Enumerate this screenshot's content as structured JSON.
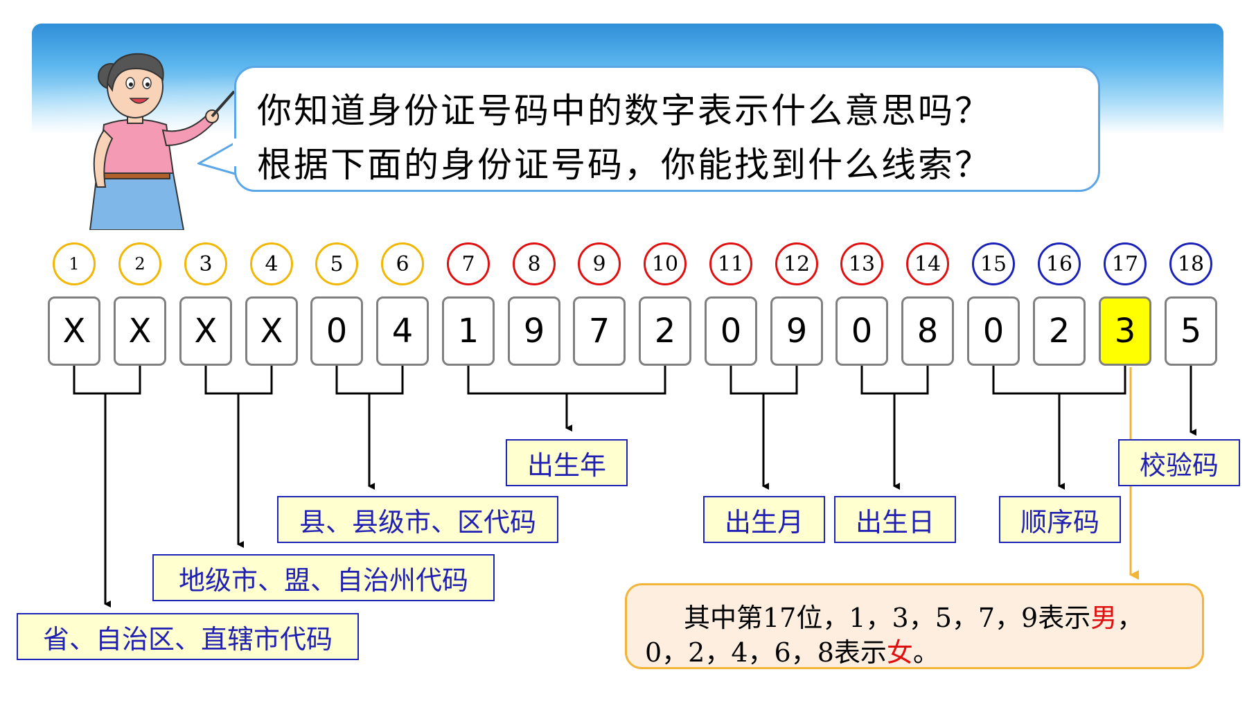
{
  "bubble": {
    "line1": "你知道身份证号码中的数字表示什么意思吗？",
    "line2": "根据下面的身份证号码，你能找到什么线索？"
  },
  "positions": [
    "1",
    "2",
    "3",
    "4",
    "5",
    "6",
    "7",
    "8",
    "9",
    "10",
    "11",
    "12",
    "13",
    "14",
    "15",
    "16",
    "17",
    "18"
  ],
  "digits": [
    "X",
    "X",
    "X",
    "X",
    "0",
    "4",
    "1",
    "9",
    "7",
    "2",
    "0",
    "9",
    "0",
    "8",
    "0",
    "2",
    "3",
    "5"
  ],
  "labels": {
    "province": "省、自治区、直辖市代码",
    "city": "地级市、盟、自治州代码",
    "county": "县、县级市、区代码",
    "birth_year": "出生年",
    "birth_month": "出生月",
    "birth_day": "出生日",
    "sequence": "顺序码",
    "check": "校验码"
  },
  "note": {
    "line1_prefix": "其中第17位，1，3，5，7，9表示",
    "male": "男",
    "line1_suffix": "，",
    "line2_prefix": "0，2，4，6，8表示",
    "female": "女",
    "line2_suffix": "。"
  },
  "colors": {
    "circle_yellow": "#f2b705",
    "circle_red": "#e01010",
    "circle_blue": "#1a22b8",
    "label_text": "#1f1fb4",
    "highlight": "#ffff00",
    "male_female": "#e01010"
  }
}
